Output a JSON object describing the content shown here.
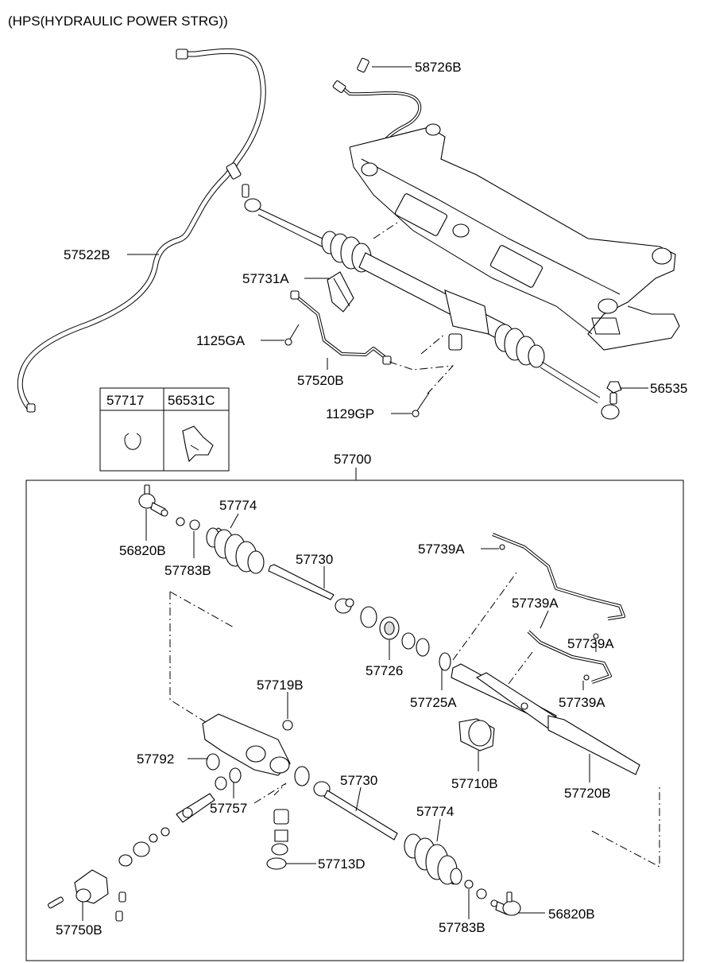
{
  "title": "(HPS(HYDRAULIC POWER STRG))",
  "upper_labels": {
    "l58726B": "58726B",
    "l57522B": "57522B",
    "l57731A": "57731A",
    "l1125GA": "1125GA",
    "l57520B": "57520B",
    "l56535": "56535",
    "l1129GP": "1129GP"
  },
  "legend_box": {
    "col1": "57717",
    "col2": "56531C"
  },
  "assembly_label": "57700",
  "lower_labels": {
    "l57774a": "57774",
    "l56820Ba": "56820B",
    "l57783Ba": "57783B",
    "l57730a": "57730",
    "l57739Aa": "57739A",
    "l57739Ab": "57739A",
    "l57739Ac": "57739A",
    "l57739Ad": "57739A",
    "l57726": "57726",
    "l57725A": "57725A",
    "l57719B": "57719B",
    "l57792": "57792",
    "l57757": "57757",
    "l57730b": "57730",
    "l57774b": "57774",
    "l57710B": "57710B",
    "l57720B": "57720B",
    "l57713D": "57713D",
    "l57750B": "57750B",
    "l57783Bb": "57783B",
    "l56820Bb": "56820B"
  }
}
